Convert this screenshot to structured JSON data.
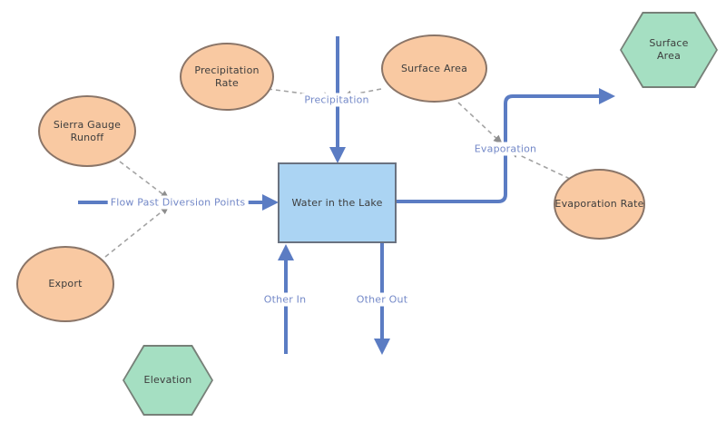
{
  "colors": {
    "flow": "#5b7cc3",
    "flow-label": "#7489c8",
    "stock-fill": "#abd4f3",
    "stock-border": "#6a7280",
    "converter-fill": "#f9c9a2",
    "converter-border": "#8a7568",
    "ghost-fill": "#a5dfc2",
    "ghost-border": "#778078",
    "connector": "#a3a3a3",
    "connector-head": "#8e8e8e",
    "node-text": "#3d3d3d",
    "background": "#ffffff"
  },
  "nodes": {
    "stock": {
      "label": "Water in the Lake"
    },
    "converters": {
      "precipitation_rate": {
        "label": "Precipitation Rate"
      },
      "sierra_gauge_runoff": {
        "label": "Sierra Gauge Runoff"
      },
      "surface_area": {
        "label": "Surface Area"
      },
      "evaporation_rate": {
        "label": "Evaporation Rate"
      },
      "export": {
        "label": "Export"
      }
    },
    "ghosts": {
      "surface_area": {
        "label": "Surface Area"
      },
      "elevation": {
        "label": "Elevation"
      }
    }
  },
  "flows": {
    "precipitation": {
      "label": "Precipitation"
    },
    "flow_past_diversion_points": {
      "label": "Flow Past Diversion Points"
    },
    "evaporation": {
      "label": "Evaporation"
    },
    "other_in": {
      "label": "Other In"
    },
    "other_out": {
      "label": "Other Out"
    }
  }
}
